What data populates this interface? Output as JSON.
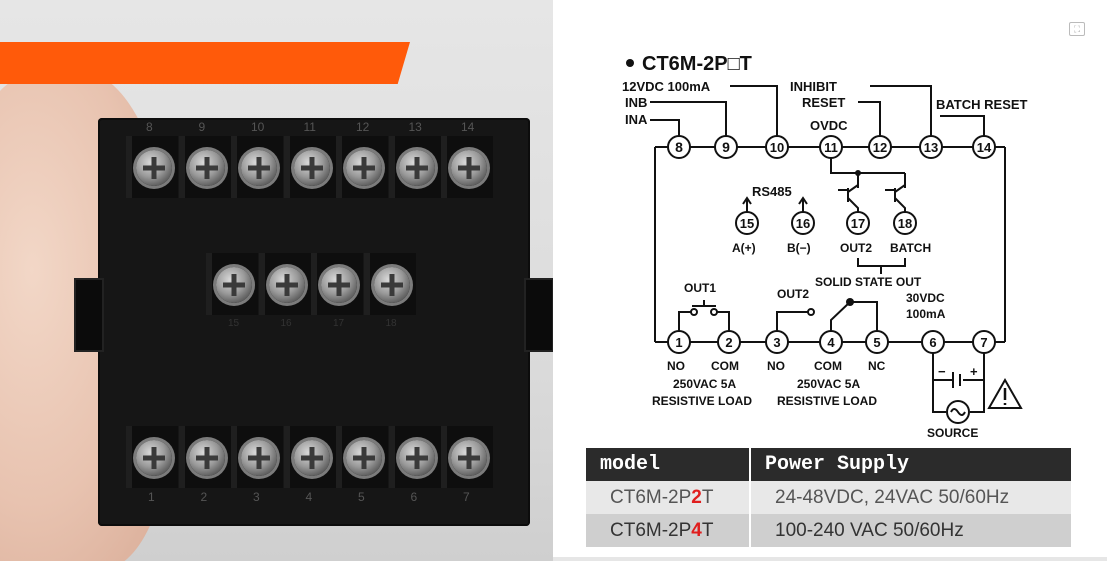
{
  "photo": {
    "top_terminals": [
      "8",
      "9",
      "10",
      "11",
      "12",
      "13",
      "14"
    ],
    "middle_terminals": [
      "15",
      "16",
      "17",
      "18"
    ],
    "bottom_terminals": [
      "1",
      "2",
      "3",
      "4",
      "5",
      "6",
      "7"
    ],
    "accent_color": "#ff5a0a"
  },
  "diagram": {
    "title": "CT6M-2P□T",
    "labels": {
      "supply": "12VDC 100mA",
      "inb": "INB",
      "ina": "INA",
      "inhibit": "INHIBIT",
      "reset": "RESET",
      "ovdc": "OVDC",
      "batch_reset": "BATCH RESET",
      "rs485": "RS485",
      "a_plus": "A(+)",
      "b_minus": "B(−)",
      "out2_ssr": "OUT2",
      "batch": "BATCH",
      "solid_state_out": "SOLID STATE OUT",
      "vdc30": "30VDC",
      "ma100": "100mA",
      "out1": "OUT1",
      "out2": "OUT2",
      "no1": "NO",
      "com1": "COM",
      "no2": "NO",
      "com2": "COM",
      "nc": "NC",
      "load1_line1": "250VAC 5A",
      "load1_line2": "RESISTIVE LOAD",
      "load2_line1": "250VAC 5A",
      "load2_line2": "RESISTIVE LOAD",
      "source": "SOURCE",
      "minus": "−",
      "plus": "+"
    },
    "top_pins": [
      "8",
      "9",
      "10",
      "11",
      "12",
      "13",
      "14"
    ],
    "middle_pins": [
      "15",
      "16",
      "17",
      "18"
    ],
    "bottom_pins": [
      "1",
      "2",
      "3",
      "4",
      "5",
      "6",
      "7"
    ]
  },
  "table": {
    "headers": [
      "model",
      "Power Supply"
    ],
    "rows": [
      {
        "model_prefix": "CT6M-2P",
        "model_digit": "2",
        "model_suffix": "T",
        "supply": "24-48VDC, 24VAC 50/60Hz"
      },
      {
        "model_prefix": "CT6M-2P",
        "model_digit": "4",
        "model_suffix": "T",
        "supply": "100-240 VAC 50/60Hz"
      }
    ]
  }
}
